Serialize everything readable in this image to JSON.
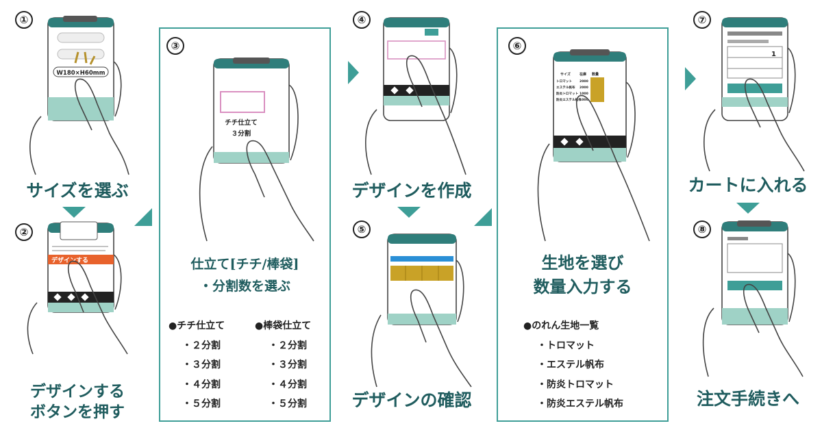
{
  "steps": {
    "s1": {
      "number": "①",
      "title": "サイズを選ぶ",
      "screen_label": "W180×H60mm"
    },
    "s2": {
      "number": "②",
      "title_line1": "デザインする",
      "title_line2": "ボタンを押す",
      "screen_button": "デザインする"
    },
    "s3": {
      "number": "③",
      "title_line1": "仕立て[チチ/棒袋]",
      "title_line2": "・分割数を選ぶ",
      "screen_line1": "チチ仕立て",
      "screen_line2": "３分割",
      "list_a": {
        "heading": "チチ仕立て",
        "items": [
          "２分割",
          "３分割",
          "４分割",
          "５分割"
        ]
      },
      "list_b": {
        "heading": "棒袋仕立て",
        "items": [
          "２分割",
          "３分割",
          "４分割",
          "５分割"
        ]
      }
    },
    "s4": {
      "number": "④",
      "title": "デザインを作成"
    },
    "s5": {
      "number": "⑤",
      "title": "デザインの確認"
    },
    "s6": {
      "number": "⑥",
      "title_line1": "生地を選び",
      "title_line2": "数量入力する",
      "list": {
        "heading": "のれん生地一覧",
        "items": [
          "トロマット",
          "エステル帆布",
          "防炎トロマット",
          "防炎エステル帆布"
        ]
      },
      "table": {
        "headers": [
          "サイズ",
          "在庫",
          "数量"
        ],
        "rows": [
          [
            "トロマット",
            "2000"
          ],
          [
            "エステル帆布",
            "2000"
          ],
          [
            "防炎トロマット",
            "1000"
          ],
          [
            "防炎エステル帆布",
            "1000"
          ]
        ]
      }
    },
    "s7": {
      "number": "⑦",
      "title": "カートに入れる",
      "screen_qty": "1"
    },
    "s8": {
      "number": "⑧",
      "title": "注文手続きへ"
    }
  },
  "colors": {
    "teal_dark": "#1f5c5e",
    "teal": "#3e9e97",
    "phone_top": "#2f7e7b",
    "phone_bottom": "#9fd2c6",
    "orange": "#e8622c",
    "gold": "#c9a227",
    "pink": "#d98fc0",
    "blue": "#2a8fd6"
  }
}
